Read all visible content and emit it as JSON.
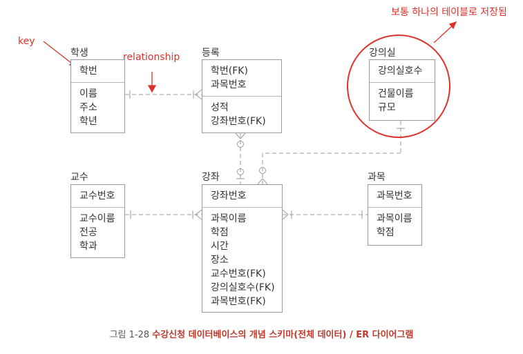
{
  "annotations": {
    "key_label": "key",
    "relationship_label": "relationship",
    "table_note": "보통 하나의 테이블로 저장됨"
  },
  "entities": {
    "student": {
      "title": "학생",
      "pk": [
        "학번"
      ],
      "attrs": [
        "이름",
        "주소",
        "학년"
      ]
    },
    "enroll": {
      "title": "등록",
      "pk": [
        "학번(FK)",
        "과목번호"
      ],
      "attrs": [
        "성적",
        "강좌번호(FK)"
      ]
    },
    "classroom": {
      "title": "강의실",
      "pk": [
        "강의실호수"
      ],
      "attrs": [
        "건물이름",
        "규모"
      ]
    },
    "professor": {
      "title": "교수",
      "pk": [
        "교수번호"
      ],
      "attrs": [
        "교수이름",
        "전공",
        "학과"
      ]
    },
    "lecture": {
      "title": "강좌",
      "pk": [
        "강좌번호"
      ],
      "attrs": [
        "과목이름",
        "학점",
        "시간",
        "장소",
        "교수번호(FK)",
        "강의실호수(FK)",
        "과목번호(FK)"
      ]
    },
    "course": {
      "title": "과목",
      "pk": [
        "과목번호"
      ],
      "attrs": [
        "과목이름",
        "학점"
      ]
    }
  },
  "caption": {
    "prefix": "그림 1-28",
    "text": "수강신청 데이터베이스의 개념 스키마(전체  데이터)  /  ER 다이어그램"
  },
  "colors": {
    "accent_red": "#e0302a",
    "line_gray": "#9a9a9a",
    "caption_red": "#c0392b"
  }
}
